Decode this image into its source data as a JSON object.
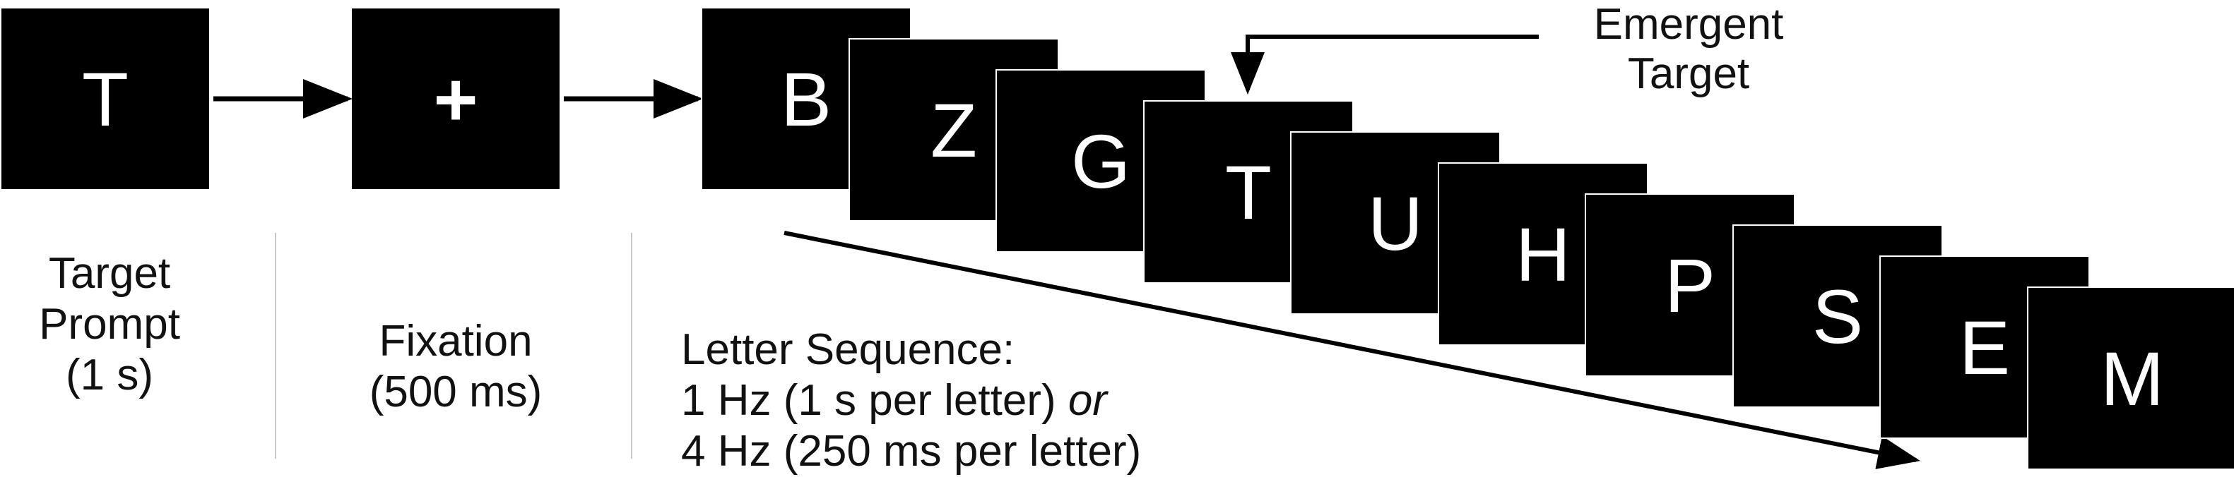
{
  "target_prompt": {
    "letter": "T",
    "caption": [
      "Target",
      "Prompt",
      "(1 s)"
    ]
  },
  "fixation": {
    "symbol": "+",
    "symbol_color": "#e00000",
    "caption": [
      "Fixation",
      "(500 ms)"
    ]
  },
  "sequence": {
    "letters": [
      "B",
      "Z",
      "G",
      "T",
      "U",
      "H",
      "P",
      "S",
      "E",
      "M"
    ],
    "caption_line1": "Letter Sequence:",
    "caption_line2_main": "1 Hz (1 s per letter) ",
    "caption_line2_italic": "or",
    "caption_line3": "4 Hz (250 ms per letter)"
  },
  "emergent_target": {
    "lines": [
      "Emergent",
      "Target"
    ]
  }
}
